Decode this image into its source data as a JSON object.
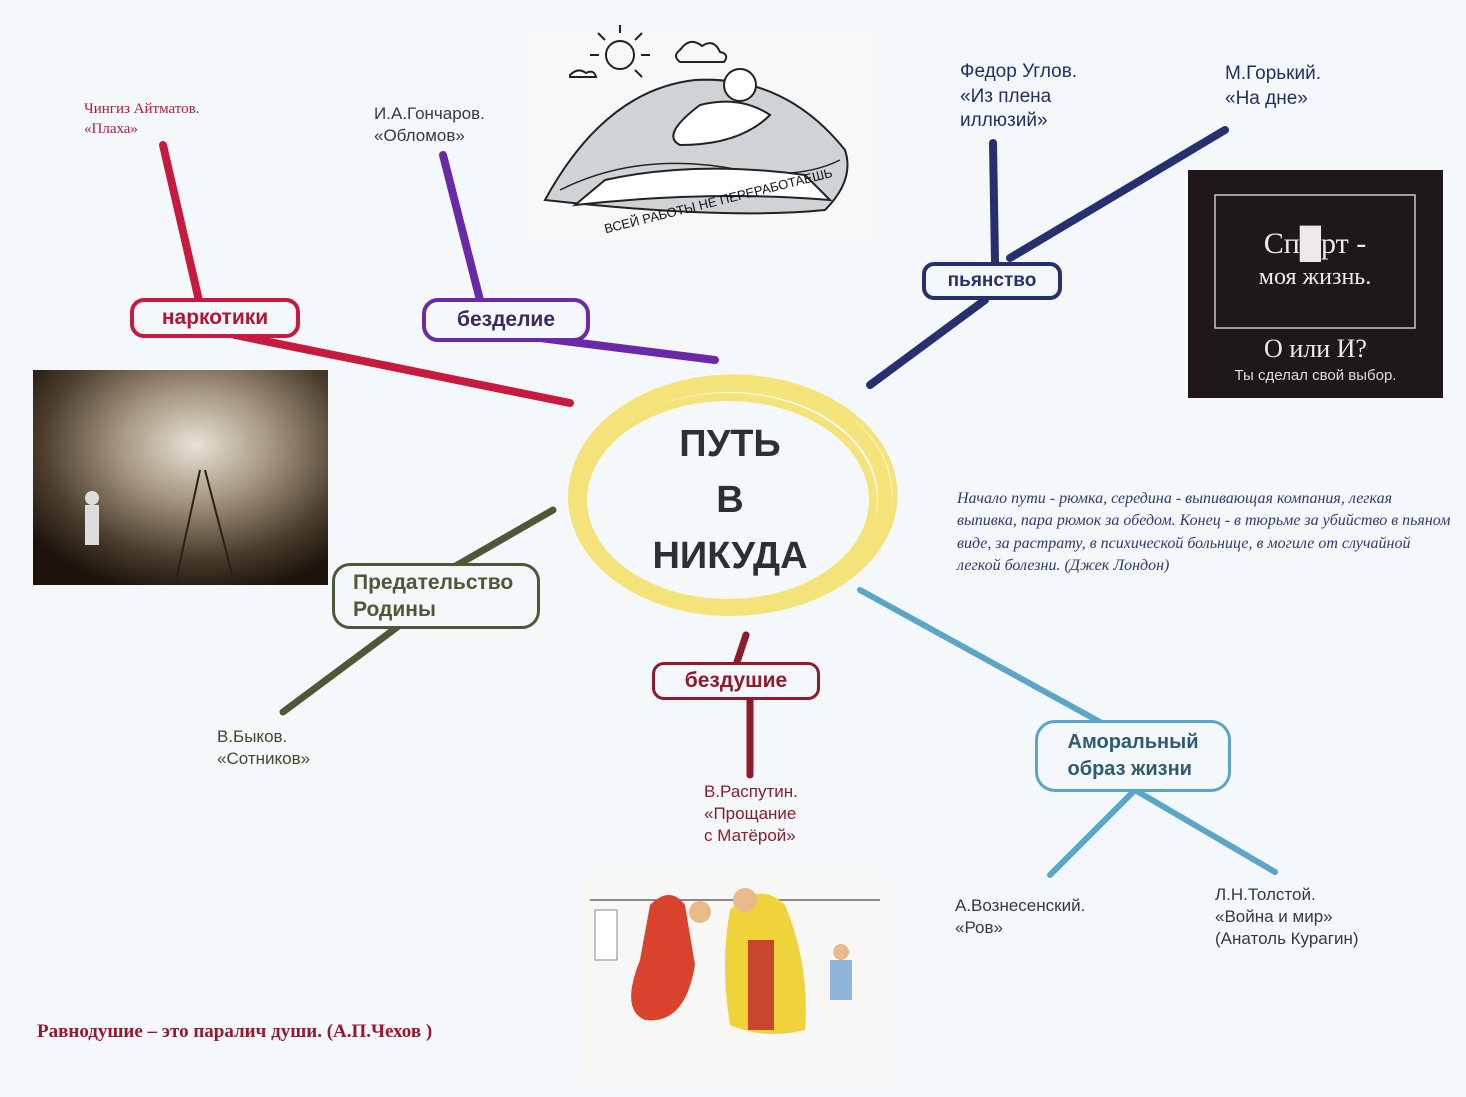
{
  "center": {
    "line1": "ПУТЬ",
    "line2": "В",
    "line3": "НИКУДА"
  },
  "colors": {
    "crimson": "#c8193f",
    "purple": "#6a2aa8",
    "navy": "#27306e",
    "olive": "#4a5a36",
    "maroon": "#8e1a2e",
    "teal": "#5aa6c8",
    "yellow": "#f4e16a"
  },
  "nodes": {
    "narkotiki": "наркотики",
    "bezdelie": "безделие",
    "pyanstvo": "пьянство",
    "predatelstvo": "Предательство\nРодины",
    "bezdushie": "бездушие",
    "amoralny": "Аморальный\nобраз жизни"
  },
  "authors": {
    "aitmatov": "Чингиз Айтматов.\n«Плаха»",
    "goncharov": "И.А.Гончаров.\n«Обломов»",
    "uglov": "Федор Углов.\n«Из плена\nиллюзий»",
    "gorky": "М.Горький.\n«На дне»",
    "bykov": "В.Быков.\n«Сотников»",
    "rasputin": "В.Распутин.\n«Прощание\nс Матёрой»",
    "voznesensky": "А.Вознесенский.\n«Ров»",
    "tolstoy": "Л.Н.Толстой.\n«Война и мир»\n (Анатоль Курагин)"
  },
  "poster": {
    "line1": "Сп█рт -",
    "line2": "моя жизнь.",
    "line3": "О или И?",
    "line4": "Ты сделал свой выбор."
  },
  "banner_text": "ВСЕЙ РАБОТЫ НЕ ПЕРЕРАБОТАЕШЬ",
  "quote_london": "Начало пути - рюмка, середина - выпивающая компания, легкая выпивка, пара рюмок за обедом. Конец - в тюрьме за убийство в пьяном виде, за растрату, в психической больнице, в могиле от случайной легкой болезни. (Джек Лондон)",
  "quote_chekhov": "Равнодушие  – это паралич души. (А.П.Чехов )"
}
